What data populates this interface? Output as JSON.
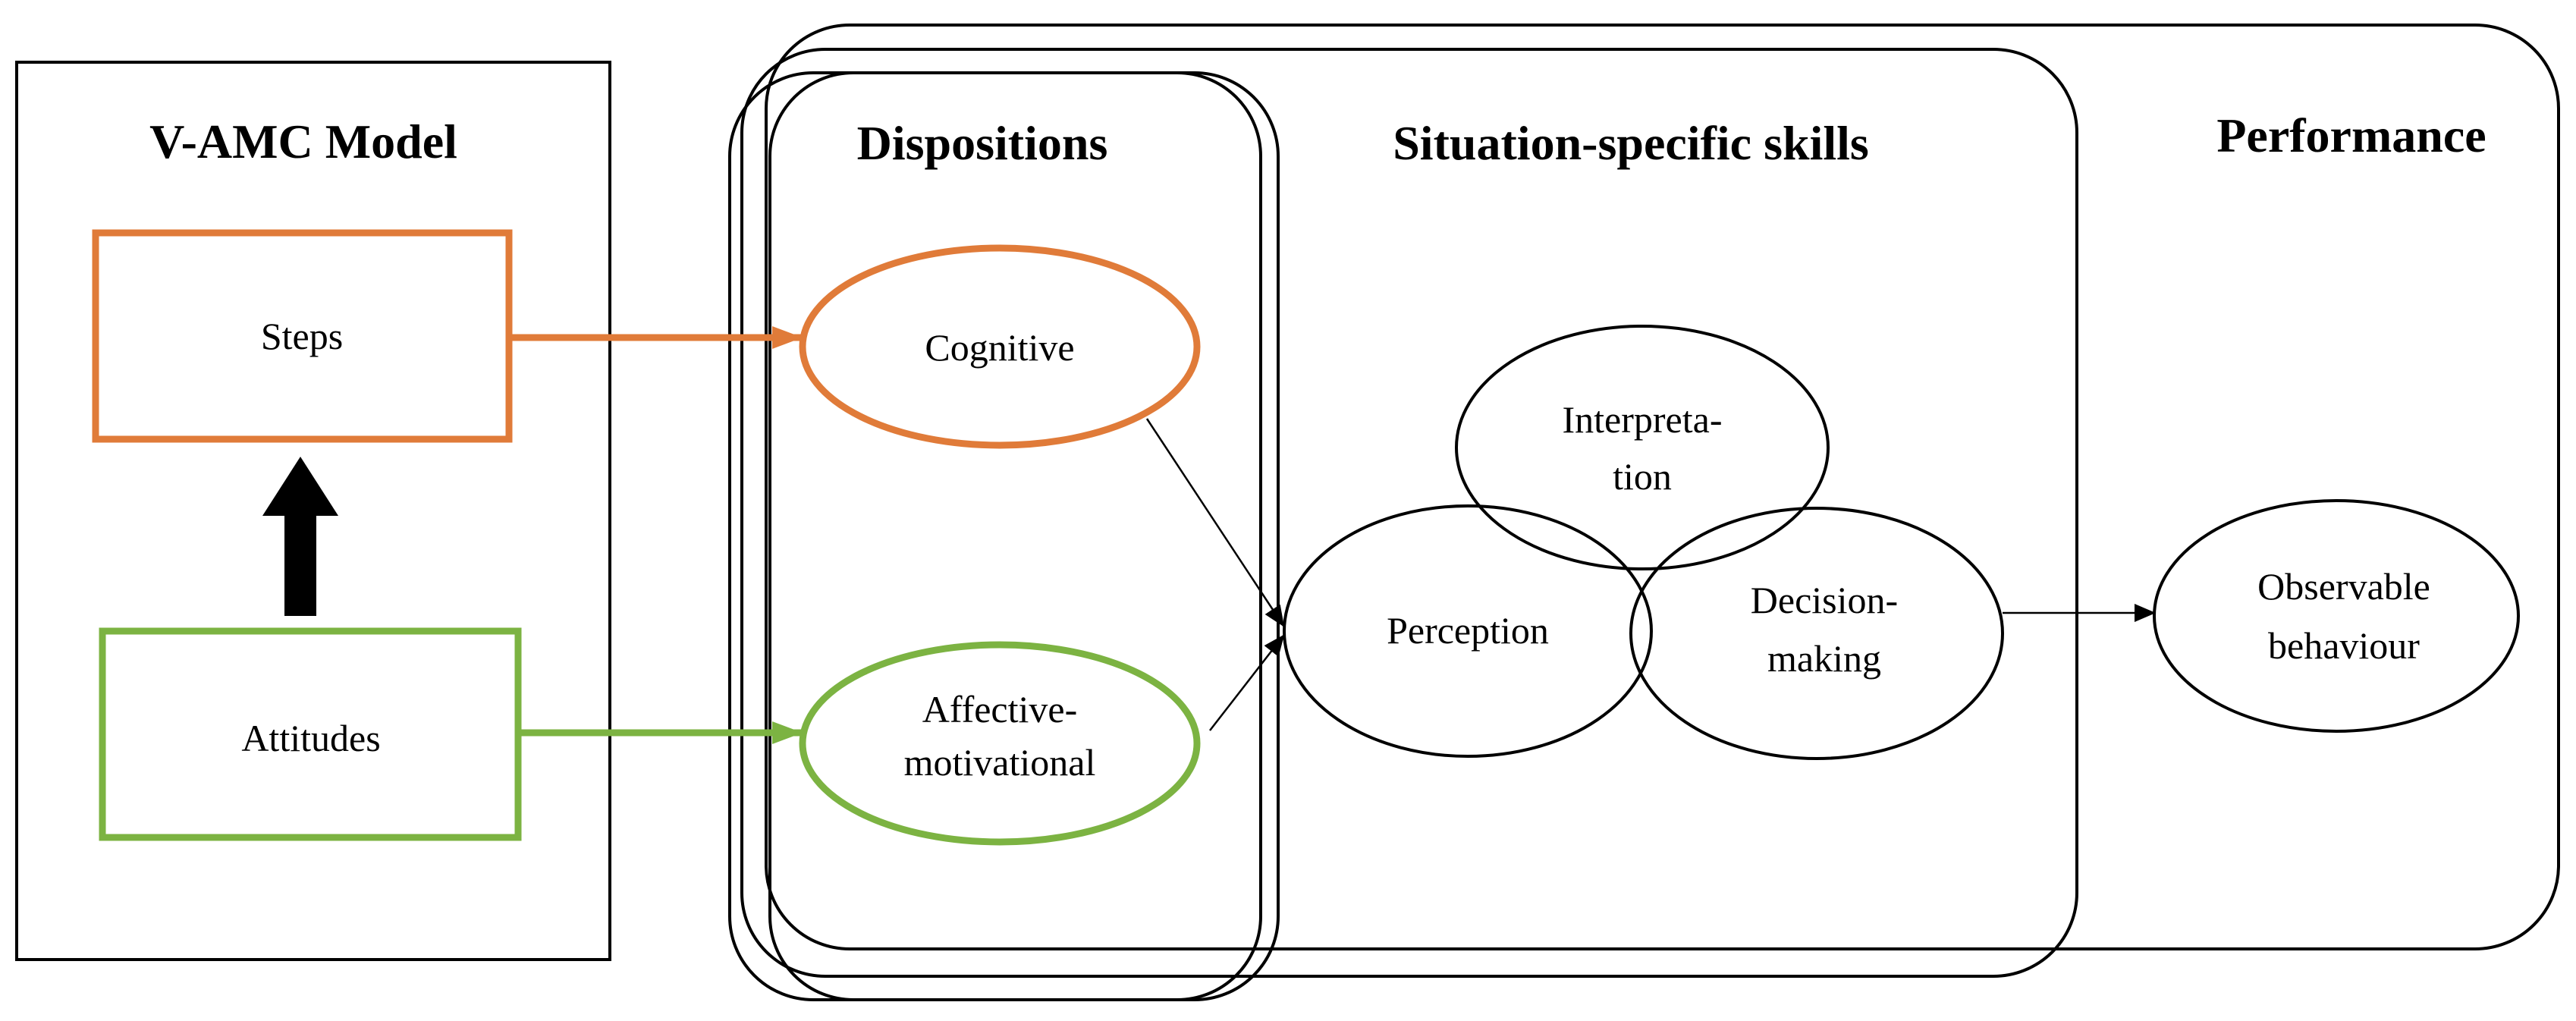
{
  "colors": {
    "steps": "#E07B39",
    "attitudes": "#7CB342",
    "outline": "#000000"
  },
  "model": {
    "title": "V-AMC Model",
    "steps": "Steps",
    "attitudes": "Attitudes"
  },
  "groups": {
    "dispositions": "Dispositions",
    "situation_specific_skills": "Situation-specific skills",
    "performance": "Performance"
  },
  "dispositions": {
    "cognitive": "Cognitive",
    "affective_line1": "Affective-",
    "affective_line2": "motivational"
  },
  "skills": {
    "interpretation_line1": "Interpreta-",
    "interpretation_line2": "tion",
    "perception": "Perception",
    "decision_line1": "Decision-",
    "decision_line2": "making"
  },
  "performance": {
    "behaviour_line1": "Observable",
    "behaviour_line2": "behaviour"
  }
}
